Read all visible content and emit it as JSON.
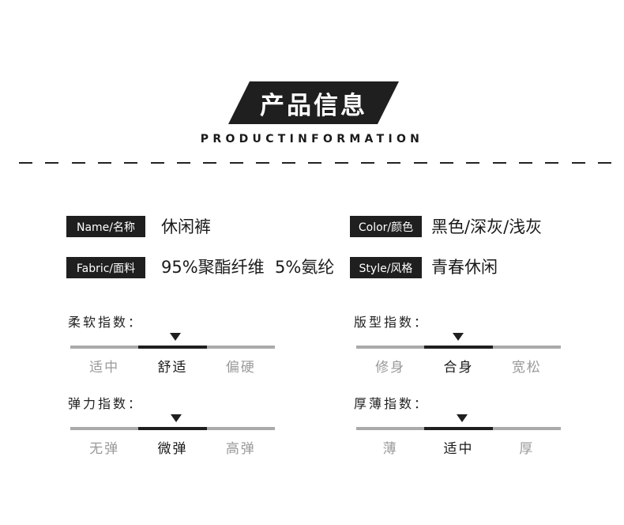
{
  "header": {
    "title_cn": "产品信息",
    "title_en": "PRODUCTINFORMATION"
  },
  "info": [
    {
      "tag": "Name/名称",
      "value": "休闲裤"
    },
    {
      "tag": "Color/颜色",
      "value": "黑色/深灰/浅灰"
    },
    {
      "tag": "Fabric/面料",
      "value": "95%聚酯纤维  5%氨纶"
    },
    {
      "tag": "Style/风格",
      "value": "青春休闲"
    }
  ],
  "scales": [
    {
      "title": "柔软指数：",
      "options": [
        "适中",
        "舒适",
        "偏硬"
      ],
      "selected": 1
    },
    {
      "title": "版型指数：",
      "options": [
        "修身",
        "合身",
        "宽松"
      ],
      "selected": 1
    },
    {
      "title": "弹力指数：",
      "options": [
        "无弹",
        "微弹",
        "高弹"
      ],
      "selected": 1
    },
    {
      "title": "厚薄指数：",
      "options": [
        "薄",
        "适中",
        "厚"
      ],
      "selected": 1
    }
  ],
  "colors": {
    "dark": "#1f1f1f",
    "inactive_bar": "#aaaaaa",
    "inactive_text": "#9a9a9a"
  }
}
